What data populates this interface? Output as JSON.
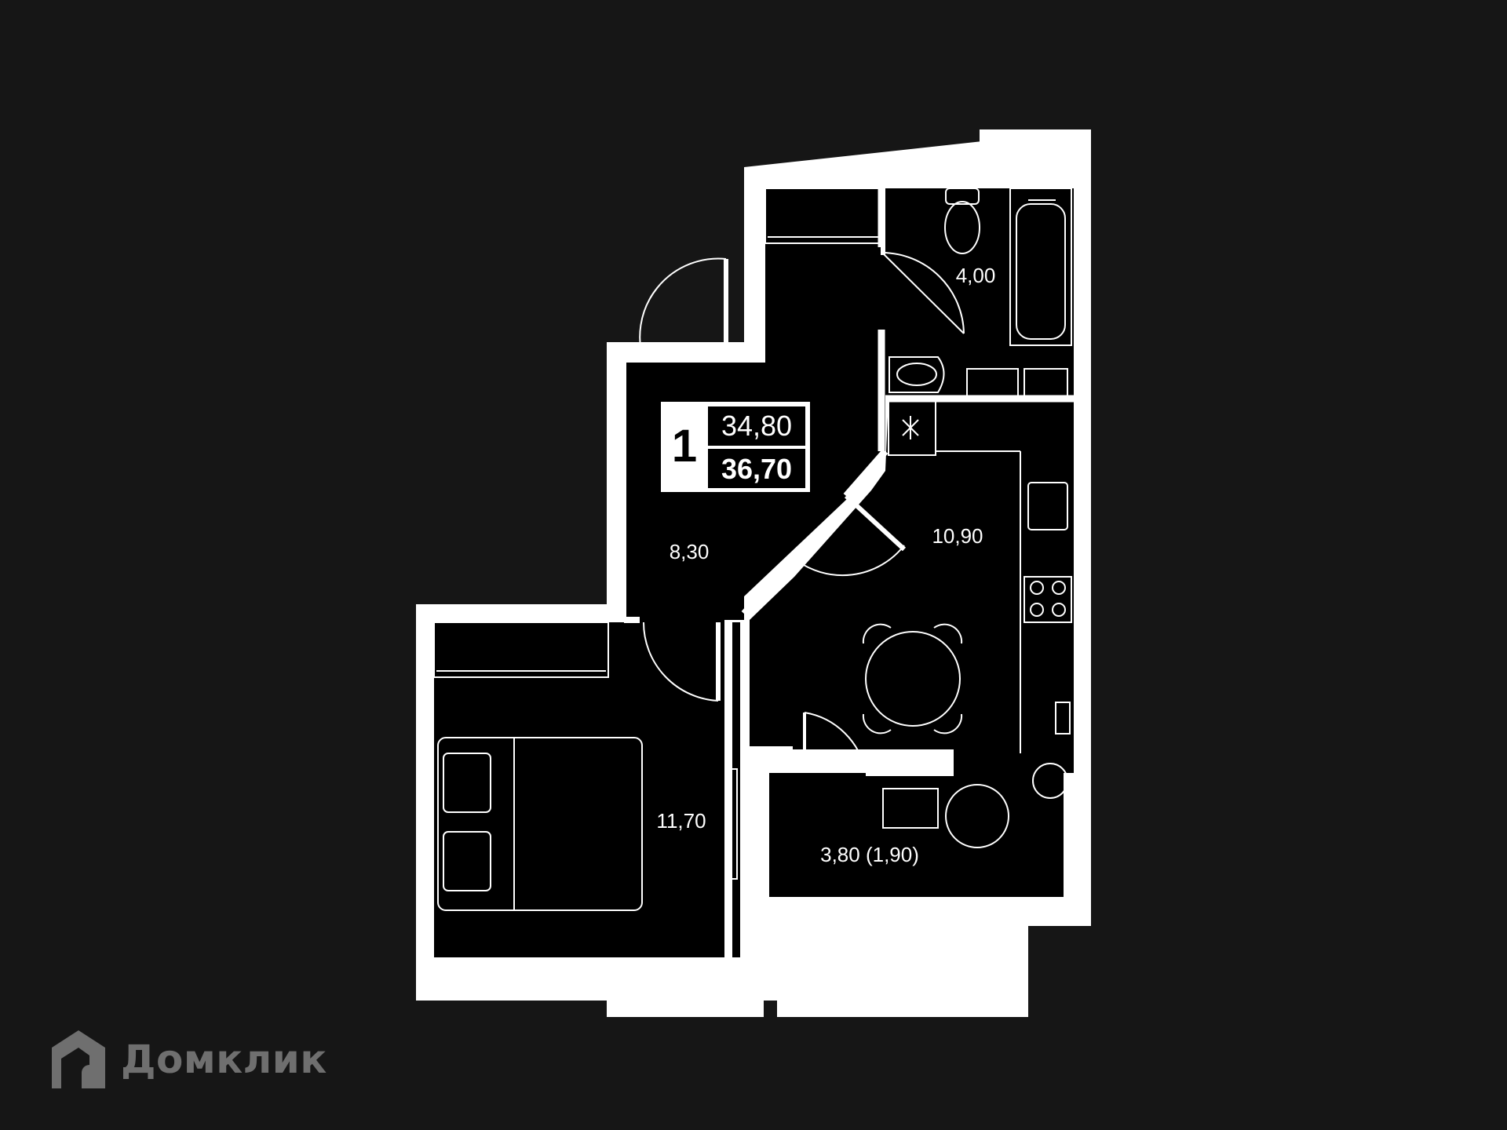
{
  "plan": {
    "rooms_count": "1",
    "living_area": "34,80",
    "total_area": "36,70",
    "rooms": [
      {
        "id": "hallway",
        "area": "8,30"
      },
      {
        "id": "bathroom",
        "area": "4,00"
      },
      {
        "id": "kitchen",
        "area": "10,90"
      },
      {
        "id": "bedroom",
        "area": "11,70"
      },
      {
        "id": "balcony",
        "area": "3,80 (1,90)"
      }
    ]
  },
  "brand": {
    "name": "Домклик",
    "logo_icon": "domclick-house-icon",
    "text_color": "#6f6f6f"
  },
  "colors": {
    "background": "#161616",
    "room_fill": "#000000",
    "wall": "#ffffff"
  }
}
